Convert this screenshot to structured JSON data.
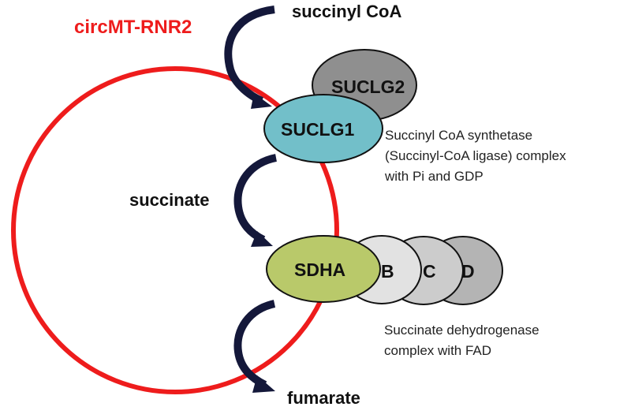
{
  "diagram": {
    "circle_label": "circMT-RNR2",
    "metabolites": {
      "succinyl_coa": "succinyl CoA",
      "succinate": "succinate",
      "fumarate": "fumarate"
    },
    "enzymes": {
      "suclg2": "SUCLG2",
      "suclg1": "SUCLG1",
      "sdha": "SDHA",
      "sdhb": "B",
      "sdhc": "C",
      "sdhd": "D"
    },
    "descriptions": {
      "succinyl_coa_synthetase": [
        "Succinyl CoA synthetase",
        "(Succinyl-CoA ligase) complex",
        "with Pi and GDP"
      ],
      "succinate_dehydrogenase": [
        "Succinate dehydrogenase",
        "complex with FAD"
      ]
    },
    "colors": {
      "circle": "#ee1c1c",
      "arrow": "#14183a",
      "suclg1": "#72bfc9",
      "suclg2": "#8f8f8f",
      "sdha": "#b9c96a",
      "sdhb": "#e2e2e2",
      "sdhc": "#cccccc",
      "sdhd": "#b4b4b4"
    }
  }
}
